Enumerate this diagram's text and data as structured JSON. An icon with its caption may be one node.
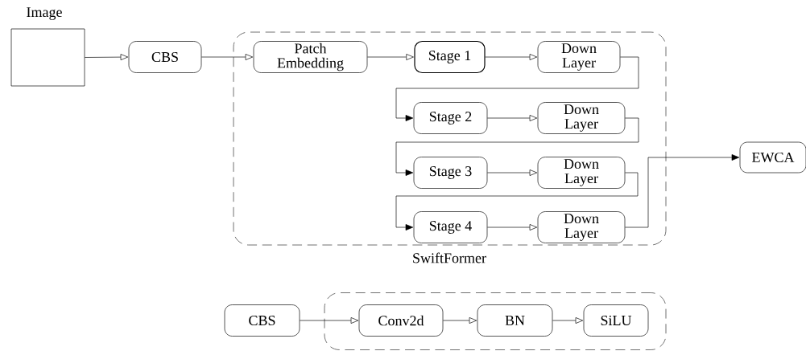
{
  "diagram": {
    "nodes": [
      {
        "text": [
          "Image"
        ]
      },
      {
        "text": [
          "CBS"
        ]
      },
      {
        "text": [
          "SwiftFormer"
        ]
      },
      {
        "text": [
          "Patch Embedding"
        ],
        "in": 2
      },
      {
        "text": [
          "Stage 1"
        ],
        "in": 2
      },
      {
        "text": [
          "Down Layer"
        ],
        "in": 2
      },
      {
        "text": [
          "Stage 2"
        ],
        "in": 2
      },
      {
        "text": [
          "Down Layer"
        ],
        "in": 2
      },
      {
        "text": [
          "Stage 3"
        ],
        "in": 2
      },
      {
        "text": [
          "Down Layer"
        ],
        "in": 2
      },
      {
        "text": [
          "Stage 4"
        ],
        "in": 2
      },
      {
        "text": [
          "Down Layer"
        ],
        "in": 2
      },
      {
        "text": [
          "EWCA"
        ]
      },
      {
        "text": [
          "CBS"
        ]
      },
      {
        "text": [],
        "shape": "box"
      },
      {
        "text": [
          "Conv2d"
        ],
        "in": 14
      },
      {
        "text": [
          "BN"
        ],
        "in": 14
      },
      {
        "text": [
          "SiLU"
        ],
        "in": 14
      }
    ],
    "edges": [
      {
        "from": 0,
        "to": 1,
        "arrow": "to"
      },
      {
        "from": 1,
        "to": 3,
        "arrow": "to"
      },
      {
        "from": 3,
        "to": 4,
        "arrow": "to"
      },
      {
        "from": 4,
        "to": 5,
        "arrow": "to"
      },
      {
        "from": 5,
        "to": 6,
        "arrow": "to"
      },
      {
        "from": 6,
        "to": 7,
        "arrow": "to"
      },
      {
        "from": 7,
        "to": 8,
        "arrow": "to"
      },
      {
        "from": 8,
        "to": 9,
        "arrow": "to"
      },
      {
        "from": 9,
        "to": 10,
        "arrow": "to"
      },
      {
        "from": 10,
        "to": 11,
        "arrow": "to"
      },
      {
        "from": 11,
        "to": 12,
        "arrow": "to"
      },
      {
        "from": 13,
        "to": 15,
        "arrow": "to"
      },
      {
        "from": 15,
        "to": 16,
        "arrow": "to"
      },
      {
        "from": 16,
        "to": 17,
        "arrow": "to"
      }
    ]
  }
}
